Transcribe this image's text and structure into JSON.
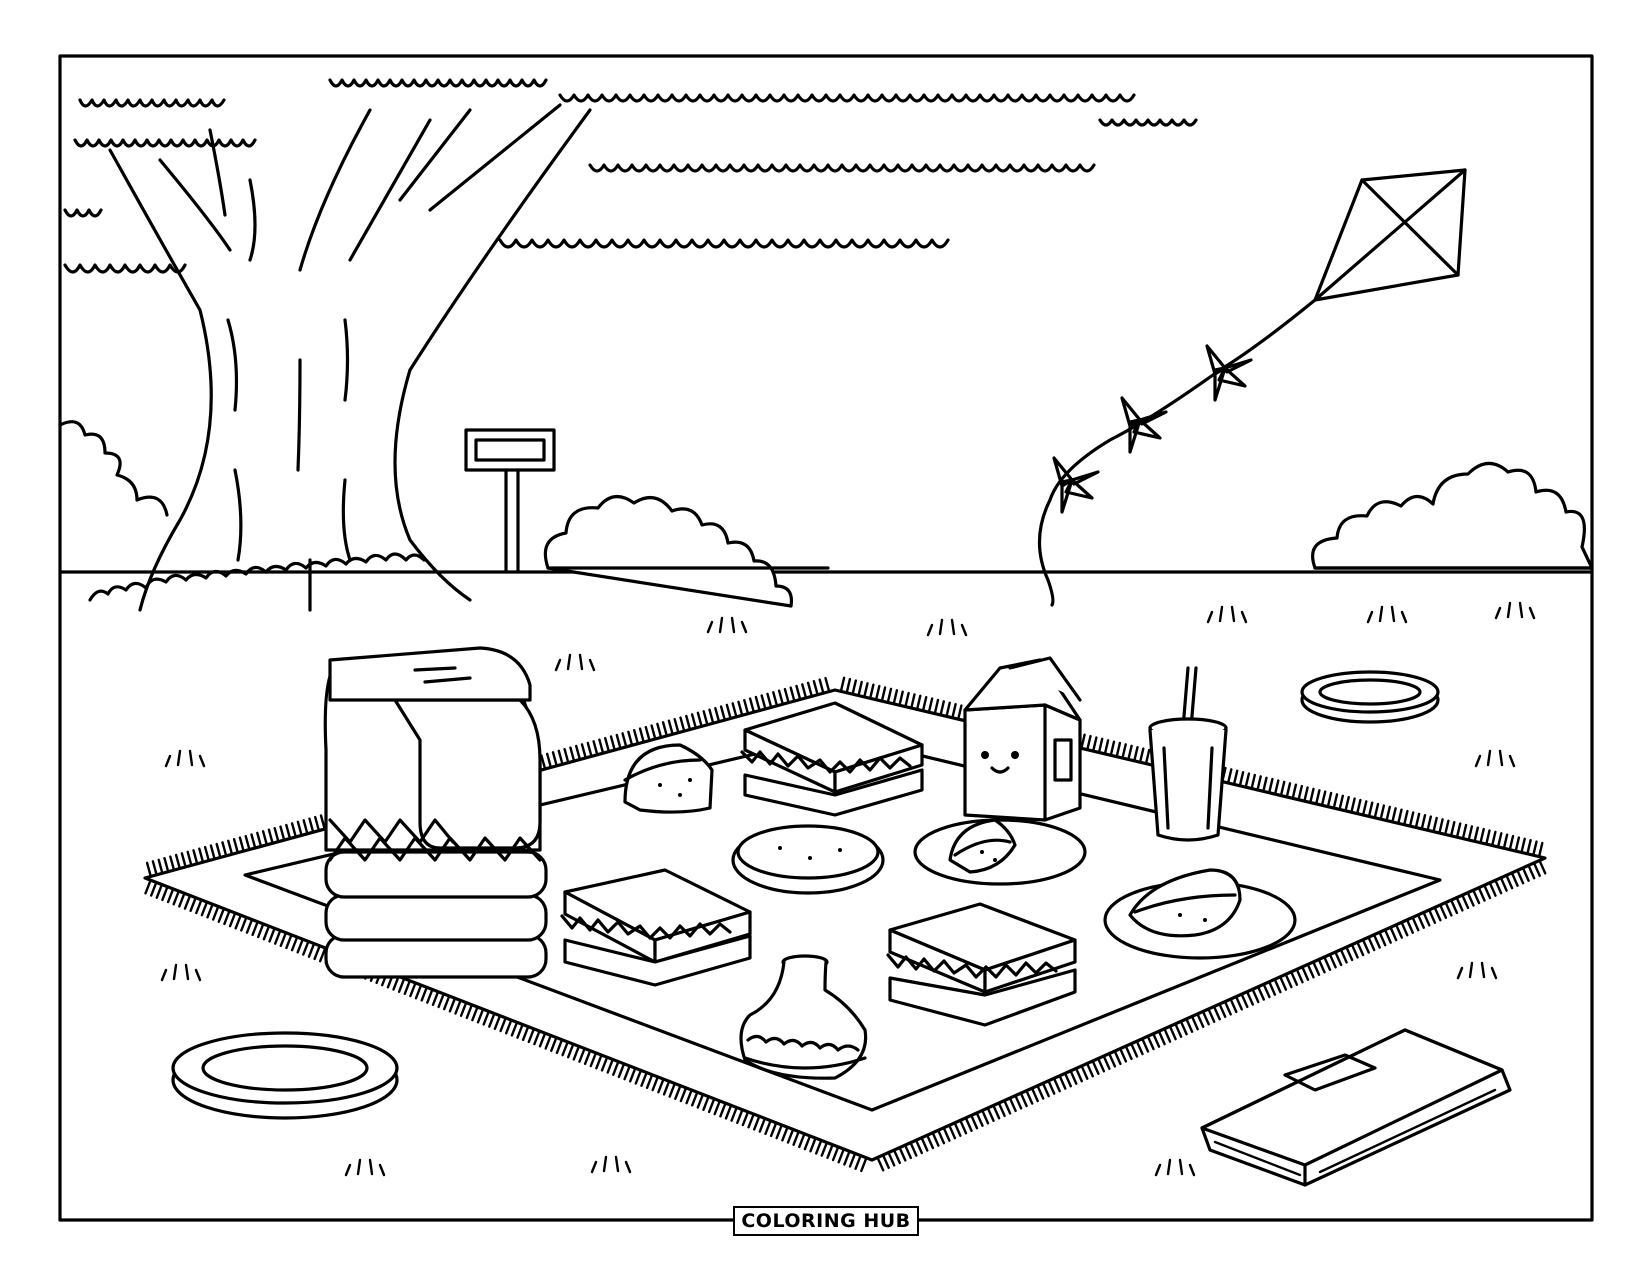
{
  "brand": {
    "label": "COLORING HUB"
  },
  "colors": {
    "line": "#000000",
    "paper": "#ffffff"
  },
  "scene": {
    "items": [
      "tree",
      "kite",
      "park-sign",
      "bushes",
      "picnic-blanket",
      "picnic-basket",
      "sandwiches",
      "milk-carton",
      "drink-cup",
      "plates",
      "pie",
      "nachos",
      "jar",
      "frisbees",
      "book",
      "grass-tufts"
    ]
  }
}
